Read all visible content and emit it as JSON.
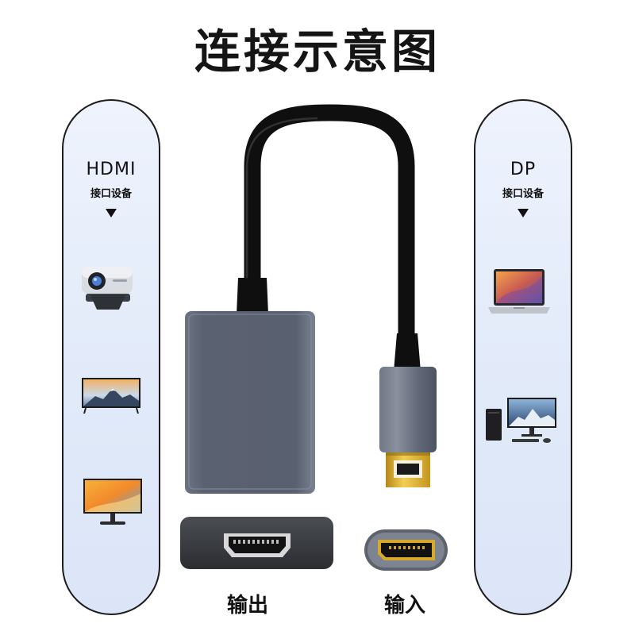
{
  "title": "连接示意图",
  "left_panel": {
    "name": "HDMI",
    "sub": "接口设备",
    "devices": [
      "projector-icon",
      "tv-icon",
      "monitor-icon"
    ]
  },
  "right_panel": {
    "name": "DP",
    "sub": "接口设备",
    "devices": [
      "laptop-icon",
      "desktop-pc-icon"
    ]
  },
  "labels": {
    "output": "输出",
    "input": "输入"
  },
  "colors": {
    "panel_fill": "#e3ebf9",
    "adapter_body": "#5a6170",
    "gold_connector": "#d6a92a",
    "cable": "#111111"
  }
}
